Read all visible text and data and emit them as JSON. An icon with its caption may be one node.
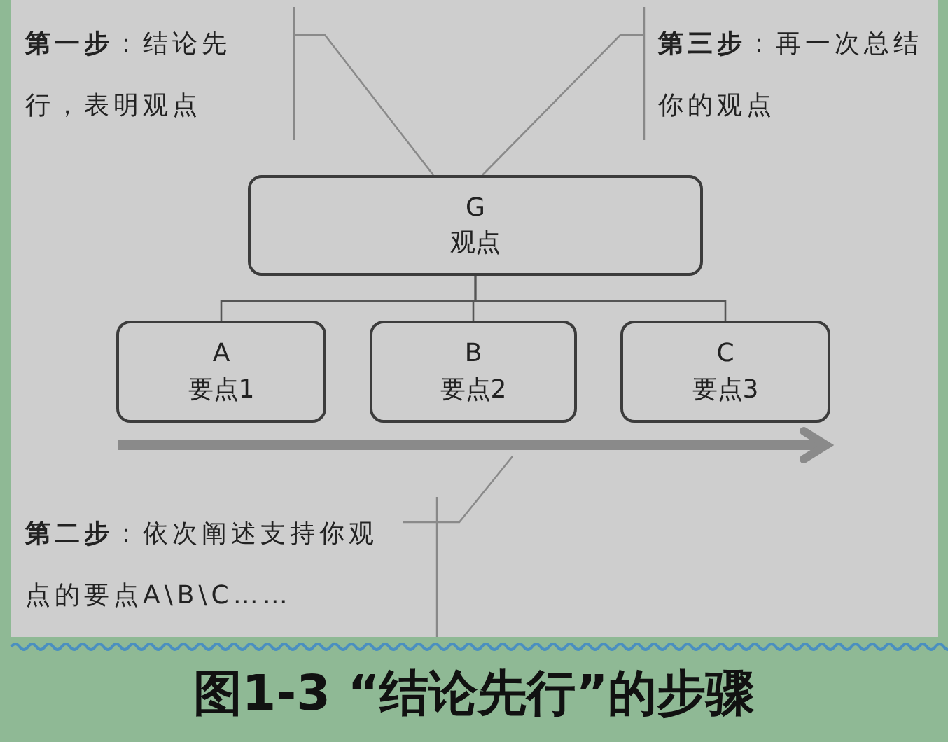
{
  "diagram": {
    "caption": "图1-3 “结论先行”的步骤",
    "nodes": [
      {
        "text": [
          "**第一步**：结论先行，表明观点"
        ]
      },
      {
        "text": [
          "**第三步**：再一次总结你的观点"
        ]
      },
      {
        "text": [
          "G",
          "观点"
        ]
      },
      {
        "text": [
          "A",
          "要点1"
        ]
      },
      {
        "text": [
          "B",
          "要点2"
        ]
      },
      {
        "text": [
          "C",
          "要点3"
        ]
      },
      {
        "text": [],
        "shape": "arrow"
      },
      {
        "text": [
          "**第二步**：依次阐述支持你观点的要点A\\B\\C……"
        ]
      }
    ],
    "edges": [
      {
        "from": 2,
        "to": 3,
        "arrow": "none"
      },
      {
        "from": 2,
        "to": 4,
        "arrow": "none"
      },
      {
        "from": 2,
        "to": 5,
        "arrow": "none"
      },
      {
        "from": 0,
        "to": 2,
        "arrow": "none"
      },
      {
        "from": 1,
        "to": 2,
        "arrow": "none"
      },
      {
        "from": 7,
        "to": 6,
        "arrow": "none"
      }
    ]
  }
}
